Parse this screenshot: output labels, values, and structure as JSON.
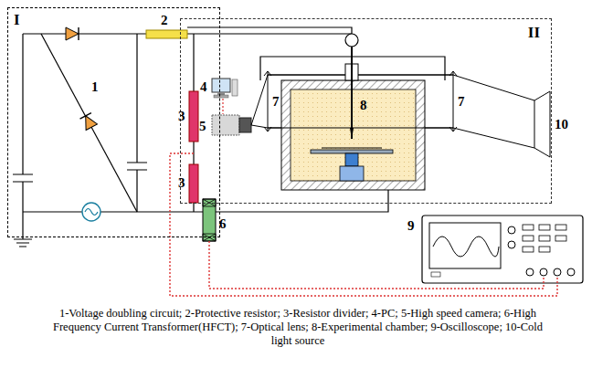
{
  "diagram": {
    "caption": "1-Voltage doubling circuit; 2-Protective resistor; 3-Resistor divider; 4-PC; 5-High speed camera; 6-High Frequency Current Transformer(HFCT); 7-Optical lens; 8-Experimental chamber; 9-Oscilloscope; 10-Cold light source",
    "nodes": [
      {
        "text": [
          "I"
        ]
      },
      {
        "text": [
          "II"
        ]
      }
    ],
    "labels": [
      "1",
      "2",
      "3",
      "3",
      "4",
      "5",
      "6",
      "7",
      "7",
      "8",
      "9",
      "10"
    ]
  }
}
